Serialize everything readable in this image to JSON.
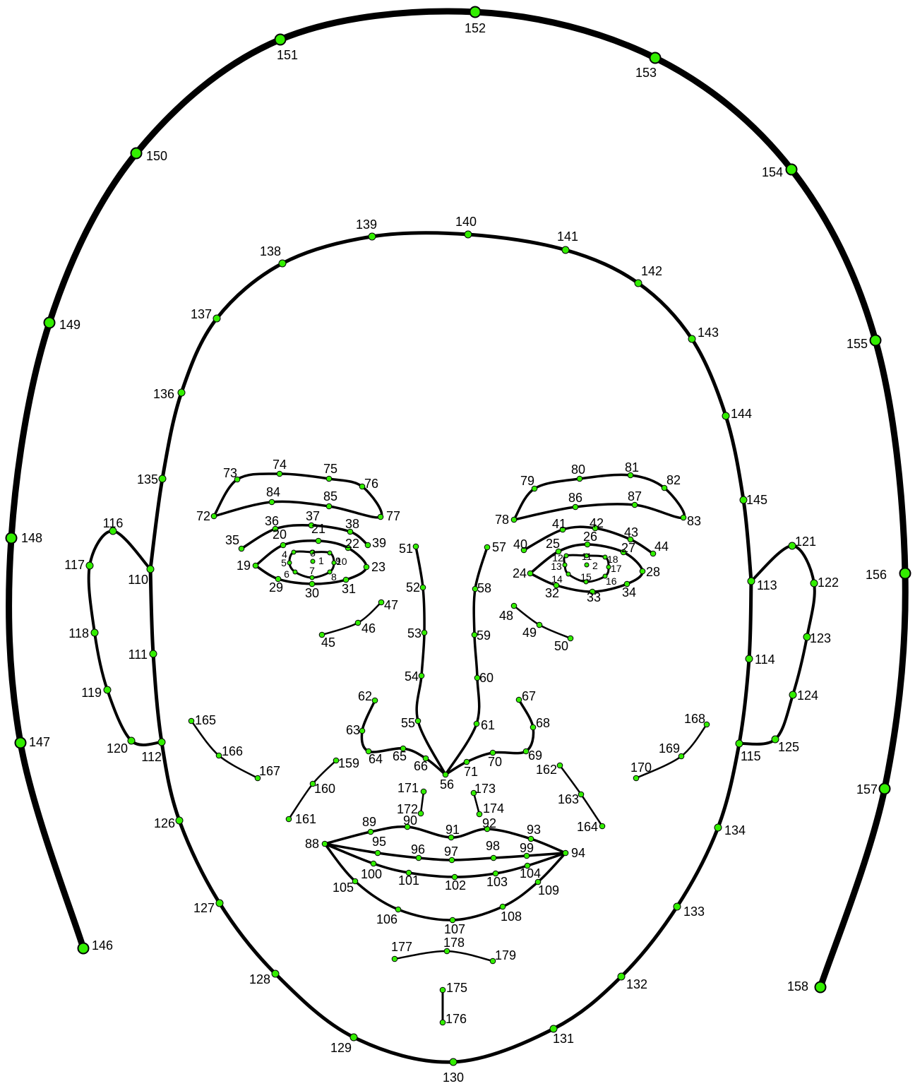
{
  "colors": {
    "line": "#000000",
    "landmark_fill": "#33ee00",
    "background": "#ffffff"
  },
  "groups": [
    {
      "id": "head-outline",
      "labels": [
        "146",
        "147",
        "148",
        "149",
        "150",
        "151",
        "152",
        "153",
        "154",
        "155",
        "156",
        "157",
        "158"
      ]
    },
    {
      "id": "face-outline",
      "labels": [
        "110",
        "111",
        "112",
        "126",
        "127",
        "128",
        "129",
        "130",
        "131",
        "132",
        "133",
        "134",
        "113",
        "114",
        "115",
        "135",
        "136",
        "137",
        "138",
        "139",
        "140",
        "141",
        "142",
        "143",
        "144",
        "145"
      ]
    },
    {
      "id": "right-ear",
      "labels": [
        "116",
        "117",
        "118",
        "119",
        "120"
      ]
    },
    {
      "id": "left-ear",
      "labels": [
        "121",
        "122",
        "123",
        "124",
        "125"
      ]
    },
    {
      "id": "right-brow",
      "labels": [
        "72",
        "73",
        "74",
        "75",
        "76",
        "77",
        "84",
        "85"
      ]
    },
    {
      "id": "left-brow",
      "labels": [
        "78",
        "79",
        "80",
        "81",
        "82",
        "83",
        "86",
        "87"
      ]
    },
    {
      "id": "right-eye",
      "labels": [
        "1",
        "3",
        "4",
        "5",
        "6",
        "7",
        "8",
        "9",
        "10",
        "19",
        "20",
        "21",
        "22",
        "23",
        "29",
        "30",
        "31",
        "35",
        "36",
        "37",
        "38",
        "39"
      ]
    },
    {
      "id": "left-eye",
      "labels": [
        "2",
        "11",
        "12",
        "13",
        "14",
        "15",
        "16",
        "17",
        "18",
        "24",
        "25",
        "26",
        "27",
        "28",
        "32",
        "33",
        "34",
        "40",
        "41",
        "42",
        "43",
        "44"
      ]
    },
    {
      "id": "under-eye-creases",
      "labels": [
        "45",
        "46",
        "47",
        "48",
        "49",
        "50"
      ]
    },
    {
      "id": "nose",
      "labels": [
        "51",
        "52",
        "53",
        "54",
        "55",
        "56",
        "57",
        "58",
        "59",
        "60",
        "61",
        "62",
        "63",
        "64",
        "65",
        "66",
        "67",
        "68",
        "69",
        "70",
        "71"
      ]
    },
    {
      "id": "cheek-folds",
      "labels": [
        "159",
        "160",
        "161",
        "162",
        "163",
        "164",
        "165",
        "166",
        "167",
        "168",
        "169",
        "170",
        "171",
        "172",
        "173",
        "174"
      ]
    },
    {
      "id": "mouth",
      "labels": [
        "88",
        "89",
        "90",
        "91",
        "92",
        "93",
        "94",
        "95",
        "96",
        "97",
        "98",
        "99",
        "100",
        "101",
        "102",
        "103",
        "104",
        "105",
        "106",
        "107",
        "108",
        "109"
      ]
    },
    {
      "id": "chin",
      "labels": [
        "175",
        "176",
        "177",
        "178",
        "179"
      ]
    }
  ]
}
